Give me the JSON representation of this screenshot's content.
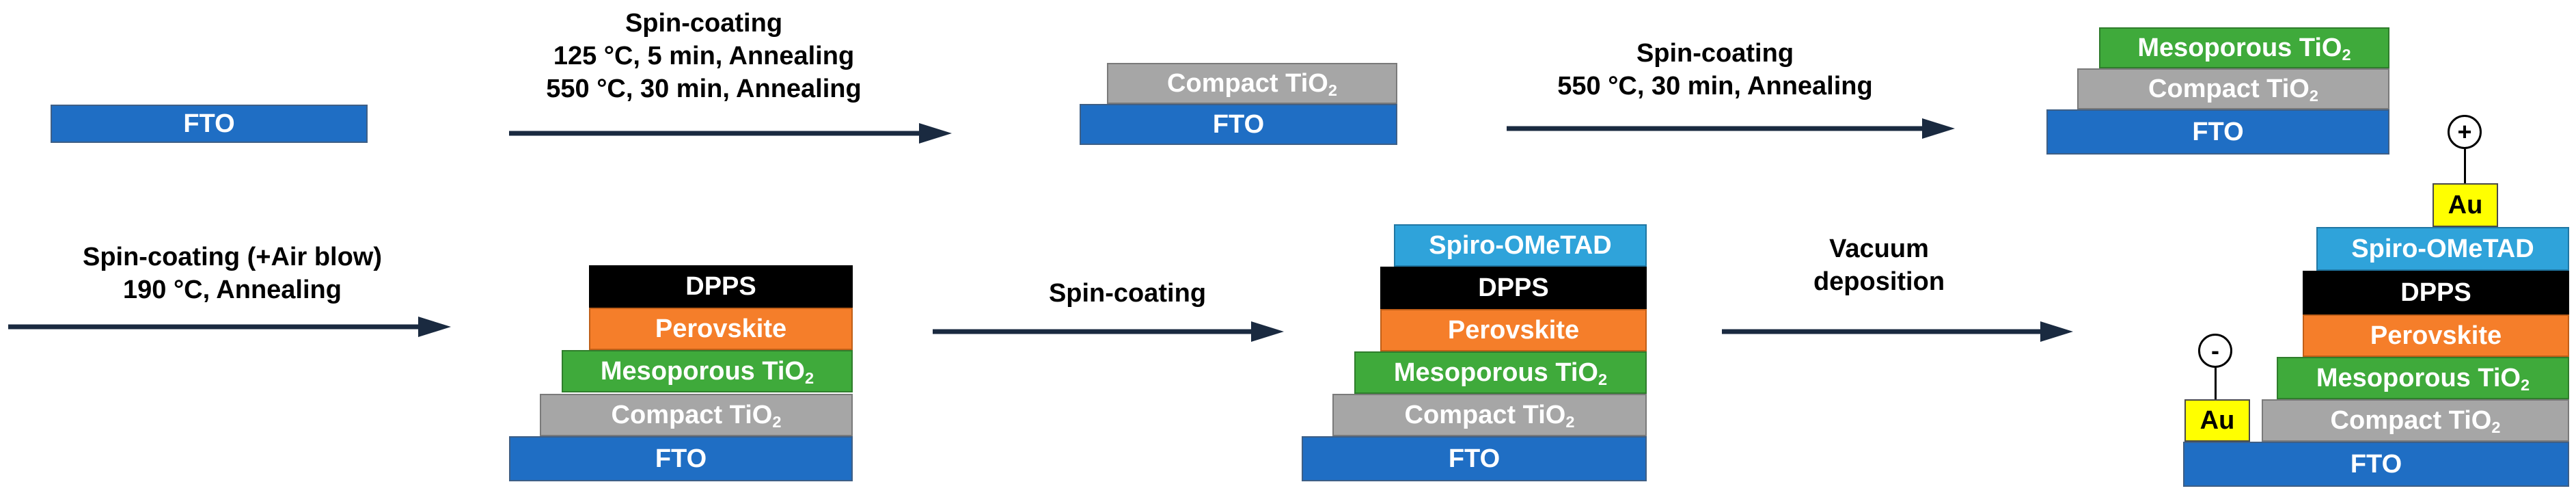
{
  "layers": {
    "fto": "FTO",
    "compact_prefix": "Compact TiO",
    "meso_prefix": "Mesoporous TiO",
    "subscript": "2",
    "perovskite": "Perovskite",
    "dpps": "DPPS",
    "spiro": "Spiro-OMeTAD",
    "au": "Au"
  },
  "steps": {
    "step1": {
      "line1": "Spin-coating",
      "line2": "125 °C, 5 min, Annealing",
      "line3": "550 °C, 30 min, Annealing"
    },
    "step2": {
      "line1": "Spin-coating",
      "line2": "550 °C, 30 min, Annealing"
    },
    "step3": {
      "line1": "Spin-coating (+Air blow)",
      "line2": "190 °C,  Annealing"
    },
    "step4": {
      "line1": "Spin-coating"
    },
    "step5": {
      "line1": "Vacuum",
      "line2": "deposition"
    }
  },
  "terminals": {
    "positive": "+",
    "negative": "-"
  },
  "colors": {
    "fto": "#1f6ec4",
    "compact_tio2": "#a6a6a6",
    "mesoporous_tio2": "#3faa3b",
    "perovskite": "#f57e2a",
    "dpps": "#000000",
    "spiro": "#2fa3da",
    "au": "#ffff00",
    "arrow": "#1a2a40"
  }
}
